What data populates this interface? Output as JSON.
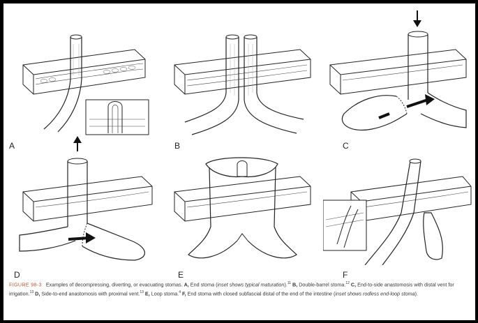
{
  "figure": {
    "panels": [
      {
        "id": "A",
        "label": "A"
      },
      {
        "id": "B",
        "label": "B"
      },
      {
        "id": "C",
        "label": "C"
      },
      {
        "id": "D",
        "label": "D"
      },
      {
        "id": "E",
        "label": "E"
      },
      {
        "id": "F",
        "label": "F"
      }
    ],
    "caption": {
      "figure_number": "FIGURE 98-3",
      "intro": "Examples of decompressing, diverting, or evacuating stomas.",
      "a_label": "A,",
      "a_text": "End stoma (",
      "a_inset": "inset shows typical maturation",
      "a_ref": "11",
      "b_label": "B,",
      "b_text": "Double-barrel stoma.",
      "b_ref": "12",
      "c_label": "C,",
      "c_text": "End-to-side anastomosis with distal vent for irrigation.",
      "c_ref": "13",
      "d_label": "D,",
      "d_text": "Side-to-end anastomosis with proximal vent.",
      "d_ref": "13",
      "e_label": "E,",
      "e_text": "Loop stoma.",
      "e_ref": "4",
      "f_label": "F,",
      "f_text": "End stoma with closed subfascial distal of the end of the intestine (",
      "f_inset": "inset shows rodless end-loop stoma",
      "f_end": ")."
    }
  }
}
